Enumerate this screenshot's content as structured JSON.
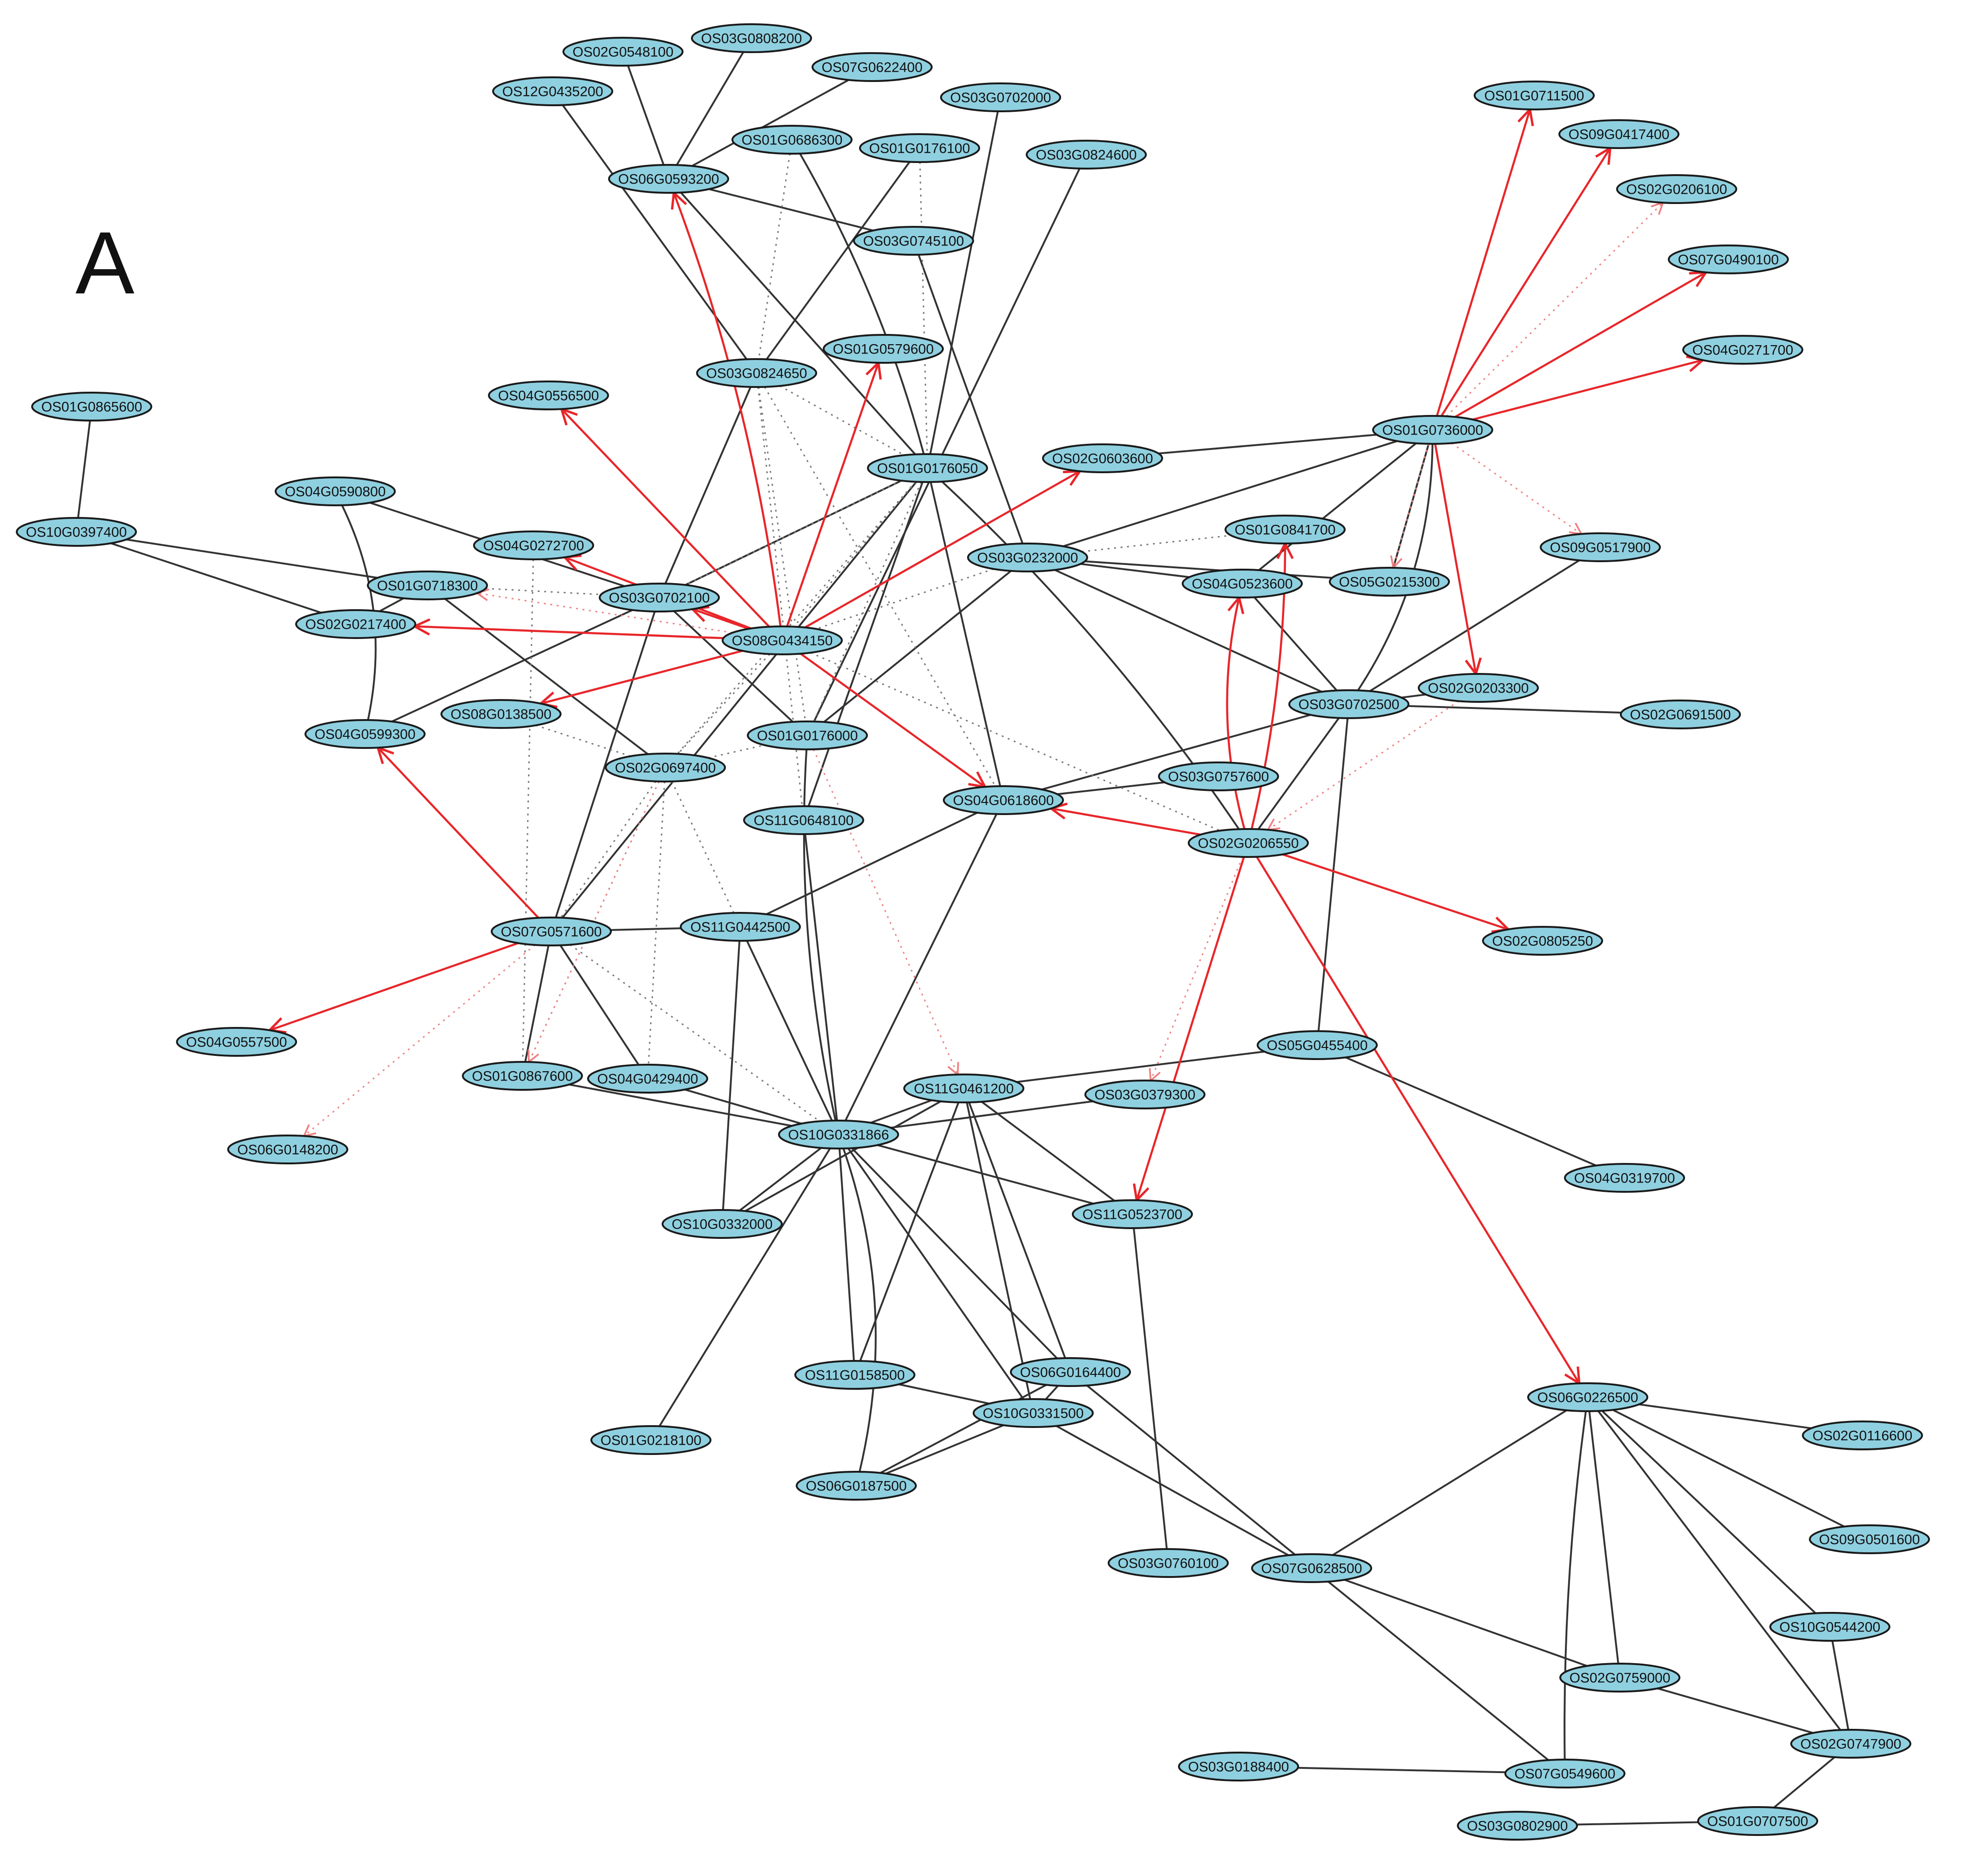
{
  "panel_label": "A",
  "colors": {
    "node_fill": "#8fd0e0",
    "edge": "#333333",
    "edge_dotted": "#777777",
    "edge_red": "#e8262a"
  },
  "nodes": [
    {
      "id": "OS02G0548100"
    },
    {
      "id": "OS03G0808200"
    },
    {
      "id": "OS07G0622400"
    },
    {
      "id": "OS12G0435200"
    },
    {
      "id": "OS06G0593200"
    },
    {
      "id": "OS01G0686300"
    },
    {
      "id": "OS01G0176100"
    },
    {
      "id": "OS03G0702000"
    },
    {
      "id": "OS03G0824600"
    },
    {
      "id": "OS03G0745100"
    },
    {
      "id": "OS01G0579600"
    },
    {
      "id": "OS03G0824650"
    },
    {
      "id": "OS04G0556500"
    },
    {
      "id": "OS01G0865600"
    },
    {
      "id": "OS10G0397400"
    },
    {
      "id": "OS04G0590800"
    },
    {
      "id": "OS01G0176050"
    },
    {
      "id": "OS02G0603600"
    },
    {
      "id": "OS04G0272700"
    },
    {
      "id": "OS01G0718300"
    },
    {
      "id": "OS03G0702100"
    },
    {
      "id": "OS02G0217400"
    },
    {
      "id": "OS08G0434150"
    },
    {
      "id": "OS03G0232000"
    },
    {
      "id": "OS01G0841700"
    },
    {
      "id": "OS04G0523600"
    },
    {
      "id": "OS05G0215300"
    },
    {
      "id": "OS01G0736000"
    },
    {
      "id": "OS01G0711500"
    },
    {
      "id": "OS09G0417400"
    },
    {
      "id": "OS02G0206100"
    },
    {
      "id": "OS07G0490100"
    },
    {
      "id": "OS04G0271700"
    },
    {
      "id": "OS09G0517900"
    },
    {
      "id": "OS08G0138500"
    },
    {
      "id": "OS04G0599300"
    },
    {
      "id": "OS01G0176000"
    },
    {
      "id": "OS02G0697400"
    },
    {
      "id": "OS03G0702500"
    },
    {
      "id": "OS02G0203300"
    },
    {
      "id": "OS02G0691500"
    },
    {
      "id": "OS11G0648100"
    },
    {
      "id": "OS04G0618600"
    },
    {
      "id": "OS03G0757600"
    },
    {
      "id": "OS02G0206550"
    },
    {
      "id": "OS07G0571600"
    },
    {
      "id": "OS11G0442500"
    },
    {
      "id": "OS02G0805250"
    },
    {
      "id": "OS04G0557500"
    },
    {
      "id": "OS01G0867600"
    },
    {
      "id": "OS04G0429400"
    },
    {
      "id": "OS11G0461200"
    },
    {
      "id": "OS03G0379300"
    },
    {
      "id": "OS05G0455400"
    },
    {
      "id": "OS06G0148200"
    },
    {
      "id": "OS10G0331866"
    },
    {
      "id": "OS04G0319700"
    },
    {
      "id": "OS11G0523700"
    },
    {
      "id": "OS10G0332000"
    },
    {
      "id": "OS11G0158500"
    },
    {
      "id": "OS06G0164400"
    },
    {
      "id": "OS10G0331500"
    },
    {
      "id": "OS01G0218100"
    },
    {
      "id": "OS06G0187500"
    },
    {
      "id": "OS03G0760100"
    },
    {
      "id": "OS07G0628500"
    },
    {
      "id": "OS06G0226500"
    },
    {
      "id": "OS02G0116600"
    },
    {
      "id": "OS09G0501600"
    },
    {
      "id": "OS10G0544200"
    },
    {
      "id": "OS02G0759000"
    },
    {
      "id": "OS02G0747900"
    },
    {
      "id": "OS03G0188400"
    },
    {
      "id": "OS07G0549600"
    },
    {
      "id": "OS01G0707500"
    },
    {
      "id": "OS03G0802900"
    }
  ],
  "edges": [
    {
      "s": "OS02G0548100",
      "t": "OS06G0593200",
      "k": "solid"
    },
    {
      "s": "OS03G0808200",
      "t": "OS06G0593200",
      "k": "solid"
    },
    {
      "s": "OS07G0622400",
      "t": "OS06G0593200",
      "k": "solid"
    },
    {
      "s": "OS12G0435200",
      "t": "OS03G0824650",
      "k": "solid"
    },
    {
      "s": "OS06G0593200",
      "t": "OS03G0745100",
      "k": "solid"
    },
    {
      "s": "OS06G0593200",
      "t": "OS01G0176050",
      "k": "solid"
    },
    {
      "s": "OS01G0176100",
      "t": "OS03G0824650",
      "k": "solid"
    },
    {
      "s": "OS01G0686300",
      "t": "OS01G0176050",
      "k": "solid"
    },
    {
      "s": "OS03G0702000",
      "t": "OS01G0176050",
      "k": "solid"
    },
    {
      "s": "OS03G0824600",
      "t": "OS01G0176000",
      "k": "solid"
    },
    {
      "s": "OS03G0745100",
      "t": "OS03G0232000",
      "k": "solid"
    },
    {
      "s": "OS03G0824650",
      "t": "OS03G0702100",
      "k": "solid"
    },
    {
      "s": "OS01G0865600",
      "t": "OS10G0397400",
      "k": "solid"
    },
    {
      "s": "OS10G0397400",
      "t": "OS01G0718300",
      "k": "solid"
    },
    {
      "s": "OS10G0397400",
      "t": "OS02G0217400",
      "k": "solid"
    },
    {
      "s": "OS04G0590800",
      "t": "OS03G0702100",
      "k": "solid"
    },
    {
      "s": "OS04G0590800",
      "t": "OS04G0599300",
      "k": "solid"
    },
    {
      "s": "OS01G0718300",
      "t": "OS02G0217400",
      "k": "solid"
    },
    {
      "s": "OS01G0718300",
      "t": "OS02G0697400",
      "k": "solid"
    },
    {
      "s": "OS03G0702100",
      "t": "OS01G0176000",
      "k": "solid"
    },
    {
      "s": "OS03G0702100",
      "t": "OS04G0599300",
      "k": "solid"
    },
    {
      "s": "OS03G0702100",
      "t": "OS01G0176050",
      "k": "solid"
    },
    {
      "s": "OS01G0176050",
      "t": "OS04G0618600",
      "k": "solid"
    },
    {
      "s": "OS01G0176050",
      "t": "OS02G0206550",
      "k": "solid"
    },
    {
      "s": "OS01G0176050",
      "t": "OS11G0648100",
      "k": "solid"
    },
    {
      "s": "OS01G0176050",
      "t": "OS07G0571600",
      "k": "solid"
    },
    {
      "s": "OS02G0603600",
      "t": "OS01G0736000",
      "k": "solid"
    },
    {
      "s": "OS03G0232000",
      "t": "OS01G0736000",
      "k": "solid"
    },
    {
      "s": "OS03G0232000",
      "t": "OS04G0523600",
      "k": "solid"
    },
    {
      "s": "OS03G0232000",
      "t": "OS05G0215300",
      "k": "solid"
    },
    {
      "s": "OS03G0232000",
      "t": "OS03G0702500",
      "k": "solid"
    },
    {
      "s": "OS03G0232000",
      "t": "OS01G0176000",
      "k": "solid"
    },
    {
      "s": "OS04G0523600",
      "t": "OS01G0736000",
      "k": "solid"
    },
    {
      "s": "OS04G0523600",
      "t": "OS03G0702500",
      "k": "solid"
    },
    {
      "s": "OS05G0215300",
      "t": "OS01G0736000",
      "k": "solid"
    },
    {
      "s": "OS01G0736000",
      "t": "OS03G0702500",
      "k": "solid"
    },
    {
      "s": "OS09G0517900",
      "t": "OS03G0702500",
      "k": "solid"
    },
    {
      "s": "OS03G0702500",
      "t": "OS02G0203300",
      "k": "solid"
    },
    {
      "s": "OS03G0702500",
      "t": "OS02G0691500",
      "k": "solid"
    },
    {
      "s": "OS03G0702500",
      "t": "OS04G0618600",
      "k": "solid"
    },
    {
      "s": "OS03G0702500",
      "t": "OS02G0206550",
      "k": "solid"
    },
    {
      "s": "OS03G0702500",
      "t": "OS05G0455400",
      "k": "solid"
    },
    {
      "s": "OS04G0618600",
      "t": "OS03G0757600",
      "k": "solid"
    },
    {
      "s": "OS04G0618600",
      "t": "OS11G0442500",
      "k": "solid"
    },
    {
      "s": "OS04G0618600",
      "t": "OS10G0331866",
      "k": "solid"
    },
    {
      "s": "OS01G0176000",
      "t": "OS10G0331866",
      "k": "solid"
    },
    {
      "s": "OS11G0648100",
      "t": "OS10G0331866",
      "k": "solid"
    },
    {
      "s": "OS07G0571600",
      "t": "OS11G0442500",
      "k": "solid"
    },
    {
      "s": "OS07G0571600",
      "t": "OS03G0702100",
      "k": "solid"
    },
    {
      "s": "OS07G0571600",
      "t": "OS01G0867600",
      "k": "solid"
    },
    {
      "s": "OS07G0571600",
      "t": "OS04G0429400",
      "k": "solid"
    },
    {
      "s": "OS11G0442500",
      "t": "OS10G0331866",
      "k": "solid"
    },
    {
      "s": "OS11G0442500",
      "t": "OS10G0332000",
      "k": "solid"
    },
    {
      "s": "OS01G0867600",
      "t": "OS10G0331866",
      "k": "solid"
    },
    {
      "s": "OS04G0429400",
      "t": "OS10G0331866",
      "k": "solid"
    },
    {
      "s": "OS05G0455400",
      "t": "OS11G0461200",
      "k": "solid"
    },
    {
      "s": "OS05G0455400",
      "t": "OS04G0319700",
      "k": "solid"
    },
    {
      "s": "OS03G0379300",
      "t": "OS10G0331866",
      "k": "solid"
    },
    {
      "s": "OS11G0461200",
      "t": "OS10G0331866",
      "k": "solid"
    },
    {
      "s": "OS11G0461200",
      "t": "OS11G0523700",
      "k": "solid"
    },
    {
      "s": "OS11G0461200",
      "t": "OS11G0158500",
      "k": "solid"
    },
    {
      "s": "OS11G0461200",
      "t": "OS06G0164400",
      "k": "solid"
    },
    {
      "s": "OS11G0461200",
      "t": "OS10G0331500",
      "k": "solid"
    },
    {
      "s": "OS11G0461200",
      "t": "OS10G0332000",
      "k": "solid"
    },
    {
      "s": "OS10G0331866",
      "t": "OS11G0523700",
      "k": "solid"
    },
    {
      "s": "OS10G0331866",
      "t": "OS10G0332000",
      "k": "solid"
    },
    {
      "s": "OS10G0331866",
      "t": "OS11G0158500",
      "k": "solid"
    },
    {
      "s": "OS10G0331866",
      "t": "OS06G0164400",
      "k": "solid"
    },
    {
      "s": "OS10G0331866",
      "t": "OS10G0331500",
      "k": "solid"
    },
    {
      "s": "OS10G0331866",
      "t": "OS01G0218100",
      "k": "solid"
    },
    {
      "s": "OS10G0331866",
      "t": "OS06G0187500",
      "k": "solid"
    },
    {
      "s": "OS11G0523700",
      "t": "OS03G0760100",
      "k": "solid"
    },
    {
      "s": "OS11G0158500",
      "t": "OS10G0331500",
      "k": "solid"
    },
    {
      "s": "OS06G0164400",
      "t": "OS06G0187500",
      "k": "solid"
    },
    {
      "s": "OS06G0164400",
      "t": "OS10G0331500",
      "k": "solid"
    },
    {
      "s": "OS06G0164400",
      "t": "OS07G0628500",
      "k": "solid"
    },
    {
      "s": "OS10G0331500",
      "t": "OS06G0187500",
      "k": "solid"
    },
    {
      "s": "OS10G0331500",
      "t": "OS07G0628500",
      "k": "solid"
    },
    {
      "s": "OS07G0628500",
      "t": "OS06G0226500",
      "k": "solid"
    },
    {
      "s": "OS07G0628500",
      "t": "OS02G0759000",
      "k": "solid"
    },
    {
      "s": "OS07G0628500",
      "t": "OS07G0549600",
      "k": "solid"
    },
    {
      "s": "OS06G0226500",
      "t": "OS02G0116600",
      "k": "solid"
    },
    {
      "s": "OS06G0226500",
      "t": "OS09G0501600",
      "k": "solid"
    },
    {
      "s": "OS06G0226500",
      "t": "OS10G0544200",
      "k": "solid"
    },
    {
      "s": "OS06G0226500",
      "t": "OS02G0759000",
      "k": "solid"
    },
    {
      "s": "OS06G0226500",
      "t": "OS02G0747900",
      "k": "solid"
    },
    {
      "s": "OS06G0226500",
      "t": "OS07G0549600",
      "k": "solid"
    },
    {
      "s": "OS10G0544200",
      "t": "OS02G0747900",
      "k": "solid"
    },
    {
      "s": "OS02G0759000",
      "t": "OS02G0747900",
      "k": "solid"
    },
    {
      "s": "OS02G0747900",
      "t": "OS01G0707500",
      "k": "solid"
    },
    {
      "s": "OS03G0188400",
      "t": "OS07G0549600",
      "k": "solid"
    },
    {
      "s": "OS03G0802900",
      "t": "OS01G0707500",
      "k": "solid"
    },
    {
      "s": "OS01G0686300",
      "t": "OS03G0824650",
      "k": "dotted"
    },
    {
      "s": "OS01G0176100",
      "t": "OS01G0176050",
      "k": "dotted"
    },
    {
      "s": "OS03G0824650",
      "t": "OS01G0176050",
      "k": "dotted"
    },
    {
      "s": "OS03G0824650",
      "t": "OS01G0176000",
      "k": "dotted"
    },
    {
      "s": "OS03G0824650",
      "t": "OS04G0618600",
      "k": "dotted"
    },
    {
      "s": "OS03G0824650",
      "t": "OS11G0648100",
      "k": "dotted"
    },
    {
      "s": "OS03G0232000",
      "t": "OS01G0841700",
      "k": "dotted"
    },
    {
      "s": "OS03G0232000",
      "t": "OS08G0434150",
      "k": "dotted"
    },
    {
      "s": "OS01G0176050",
      "t": "OS08G0434150",
      "k": "dotted"
    },
    {
      "s": "OS01G0176050",
      "t": "OS03G0702100",
      "k": "dotted"
    },
    {
      "s": "OS01G0176050",
      "t": "OS02G0697400",
      "k": "dotted"
    },
    {
      "s": "OS01G0176050",
      "t": "OS01G0176000",
      "k": "dotted"
    },
    {
      "s": "OS01G0718300",
      "t": "OS03G0702100",
      "k": "dotted"
    },
    {
      "s": "OS08G0138500",
      "t": "OS02G0697400",
      "k": "dotted"
    },
    {
      "s": "OS02G0697400",
      "t": "OS01G0176000",
      "k": "dotted"
    },
    {
      "s": "OS02G0697400",
      "t": "OS07G0571600",
      "k": "dotted"
    },
    {
      "s": "OS02G0697400",
      "t": "OS04G0429400",
      "k": "dotted"
    },
    {
      "s": "OS02G0697400",
      "t": "OS11G0442500",
      "k": "dotted"
    },
    {
      "s": "OS02G0697400",
      "t": "OS01G0867600",
      "k": "dotted"
    },
    {
      "s": "OS08G0434150",
      "t": "OS02G0206550",
      "k": "dotted"
    },
    {
      "s": "OS08G0434150",
      "t": "OS02G0697400",
      "k": "dotted"
    },
    {
      "s": "OS07G0571600",
      "t": "OS10G0331866",
      "k": "dotted"
    },
    {
      "s": "OS04G0272700",
      "t": "OS01G0867600",
      "k": "dotted"
    },
    {
      "s": "OS08G0434150",
      "t": "OS06G0593200",
      "k": "red"
    },
    {
      "s": "OS08G0434150",
      "t": "OS01G0579600",
      "k": "red"
    },
    {
      "s": "OS08G0434150",
      "t": "OS04G0556500",
      "k": "red"
    },
    {
      "s": "OS08G0434150",
      "t": "OS02G0603600",
      "k": "red"
    },
    {
      "s": "OS08G0434150",
      "t": "OS04G0272700",
      "k": "red"
    },
    {
      "s": "OS08G0434150",
      "t": "OS03G0702100",
      "k": "red"
    },
    {
      "s": "OS08G0434150",
      "t": "OS02G0217400",
      "k": "red"
    },
    {
      "s": "OS08G0434150",
      "t": "OS08G0138500",
      "k": "red"
    },
    {
      "s": "OS08G0434150",
      "t": "OS04G0618600",
      "k": "red"
    },
    {
      "s": "OS01G0736000",
      "t": "OS01G0711500",
      "k": "red"
    },
    {
      "s": "OS01G0736000",
      "t": "OS09G0417400",
      "k": "red"
    },
    {
      "s": "OS01G0736000",
      "t": "OS07G0490100",
      "k": "red"
    },
    {
      "s": "OS01G0736000",
      "t": "OS04G0271700",
      "k": "red"
    },
    {
      "s": "OS01G0736000",
      "t": "OS02G0203300",
      "k": "red"
    },
    {
      "s": "OS02G0206550",
      "t": "OS04G0618600",
      "k": "red"
    },
    {
      "s": "OS02G0206550",
      "t": "OS02G0805250",
      "k": "red"
    },
    {
      "s": "OS02G0206550",
      "t": "OS11G0523700",
      "k": "red"
    },
    {
      "s": "OS02G0206550",
      "t": "OS06G0226500",
      "k": "red"
    },
    {
      "s": "OS02G0206550",
      "t": "OS04G0523600",
      "k": "red"
    },
    {
      "s": "OS02G0206550",
      "t": "OS01G0841700",
      "k": "red"
    },
    {
      "s": "OS07G0571600",
      "t": "OS04G0599300",
      "k": "red"
    },
    {
      "s": "OS07G0571600",
      "t": "OS04G0557500",
      "k": "red"
    },
    {
      "s": "OS01G0736000",
      "t": "OS02G0206100",
      "k": "red-dotted"
    },
    {
      "s": "OS01G0736000",
      "t": "OS09G0517900",
      "k": "red-dotted"
    },
    {
      "s": "OS01G0736000",
      "t": "OS05G0215300",
      "k": "red-dotted"
    },
    {
      "s": "OS08G0434150",
      "t": "OS01G0718300",
      "k": "red-dotted"
    },
    {
      "s": "OS07G0571600",
      "t": "OS06G0148200",
      "k": "red-dotted"
    },
    {
      "s": "OS02G0697400",
      "t": "OS01G0867600",
      "k": "red-dotted"
    },
    {
      "s": "OS02G0206550",
      "t": "OS03G0379300",
      "k": "red-dotted"
    },
    {
      "s": "OS02G0203300",
      "t": "OS02G0206550",
      "k": "red-dotted"
    },
    {
      "s": "OS01G0176000",
      "t": "OS11G0461200",
      "k": "red-dotted"
    }
  ]
}
